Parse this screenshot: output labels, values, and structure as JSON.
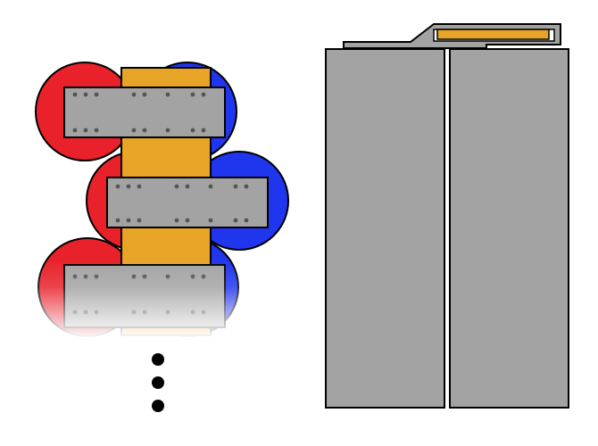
{
  "diagram": {
    "colors": {
      "background": "#ffffff",
      "red_cell": "#e8212a",
      "blue_cell": "#2035ee",
      "orange_strip": "#e8a426",
      "gray_plate": "#a3a3a3",
      "outline": "#000000",
      "dots": "#555555"
    },
    "left_stack": {
      "description_visible": false,
      "layers": 3,
      "continuation": "ellipsis-dots"
    },
    "right_block": {
      "panels": 2,
      "has_top_connector": true
    }
  }
}
